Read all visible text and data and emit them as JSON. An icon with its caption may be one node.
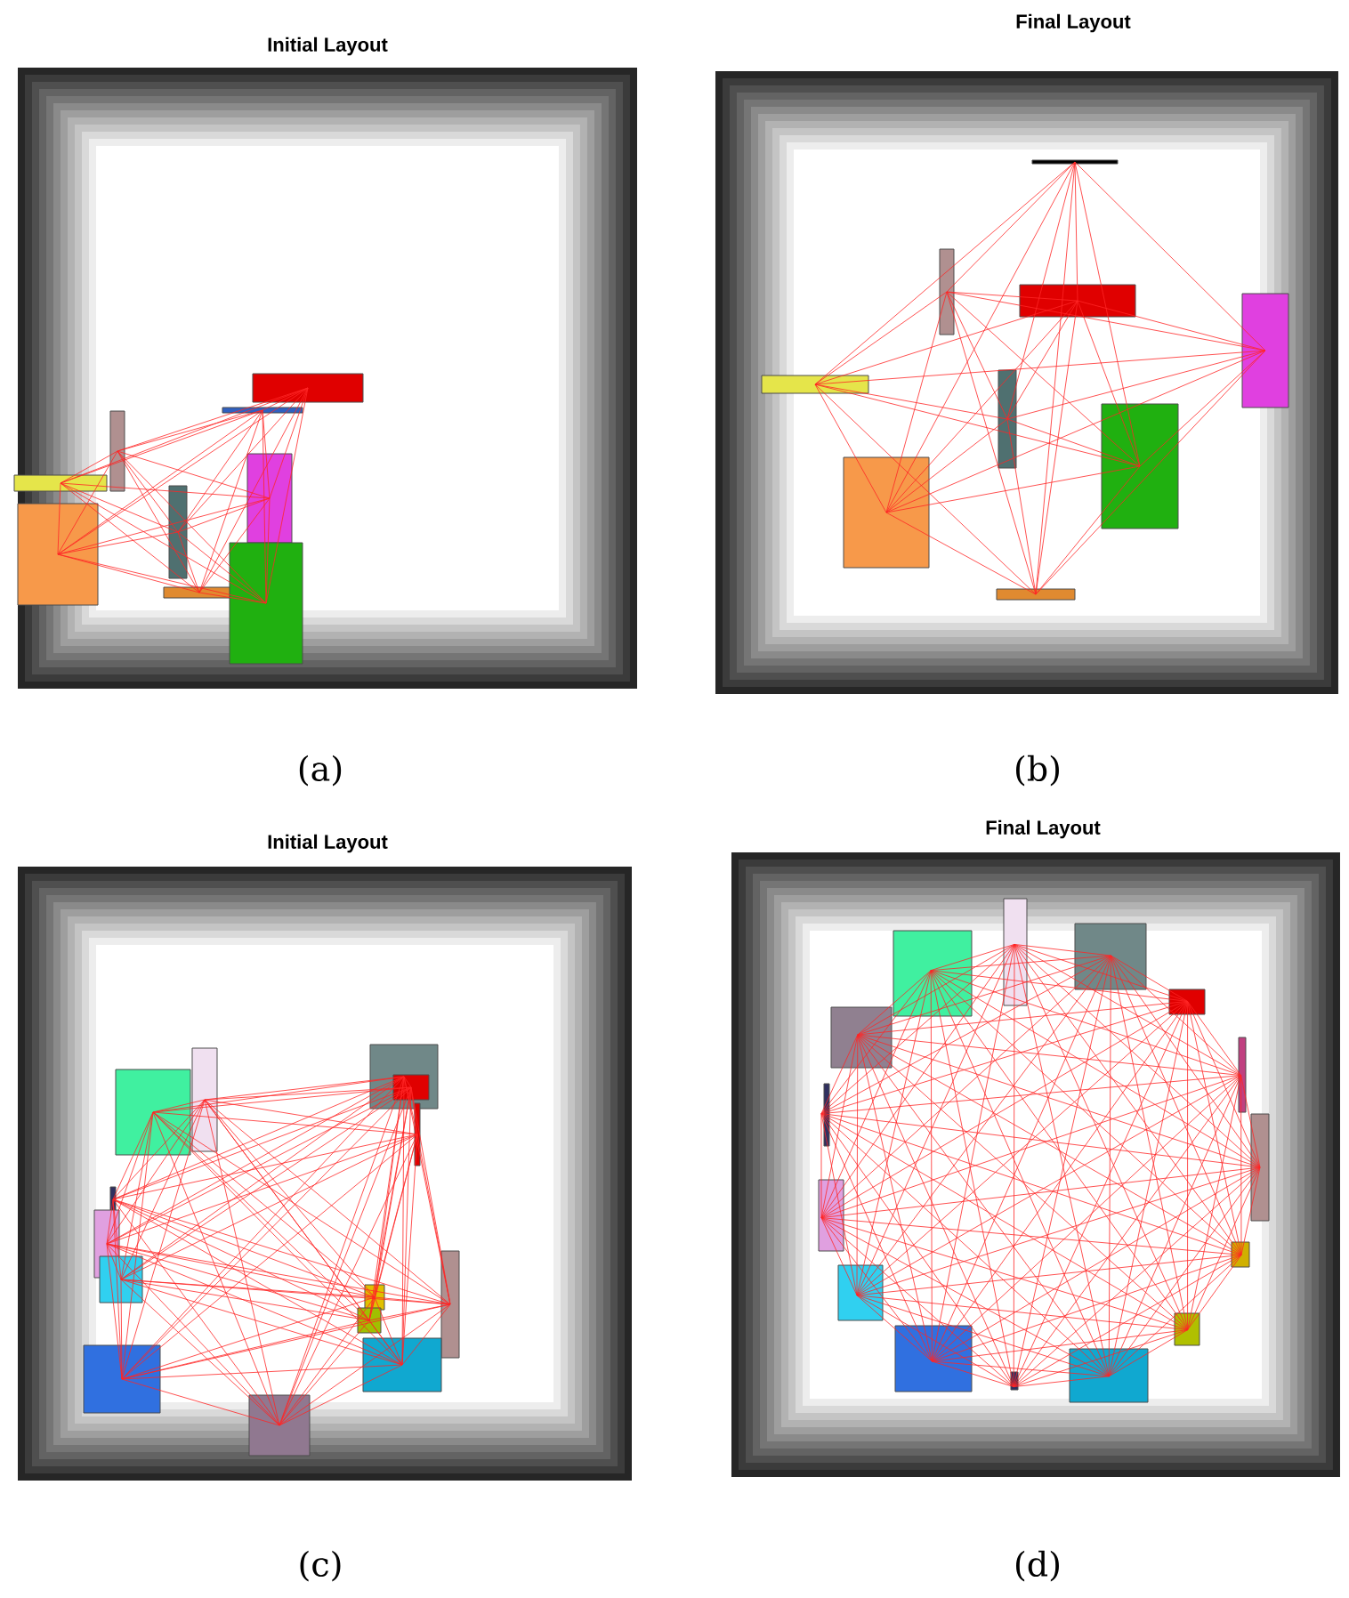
{
  "diagram": {
    "labels": [
      "Initial Layout",
      "Final Layout",
      "(a)",
      "(b)",
      "Initial Layout",
      "Final Layout",
      "(c)",
      "(d)"
    ]
  }
}
